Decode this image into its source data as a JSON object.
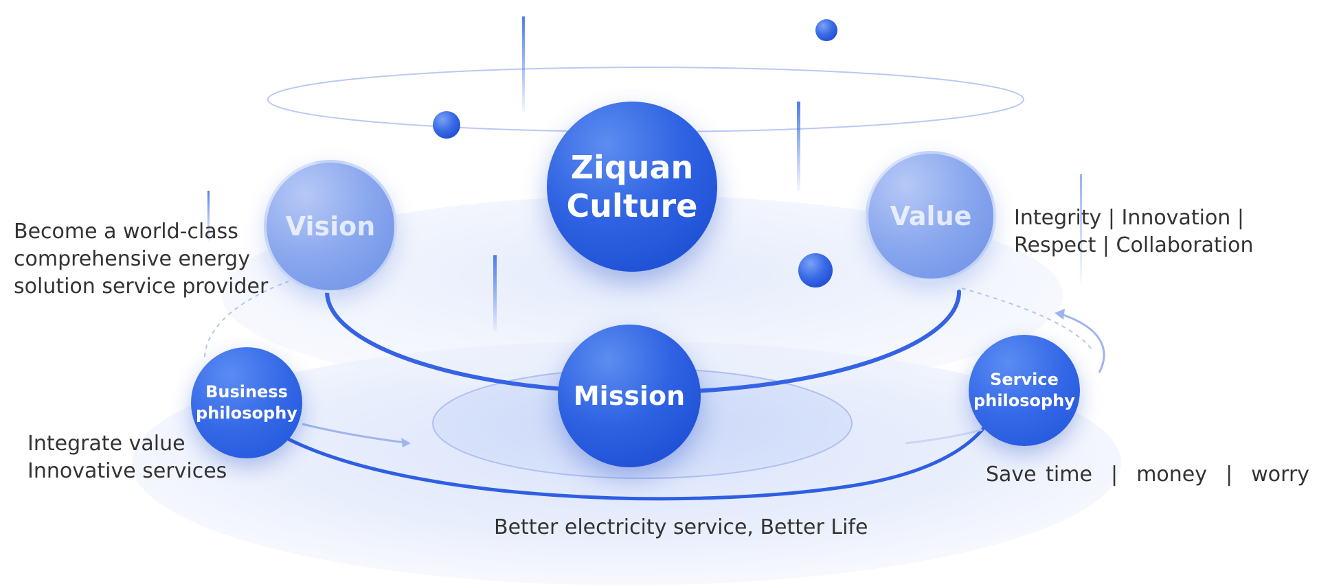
{
  "diagram": {
    "center": {
      "title": "Ziquan\nCulture"
    },
    "vision": {
      "label": "Vision",
      "description": "Become a world-class\ncomprehensive energy\nsolution service provider"
    },
    "value": {
      "label": "Value",
      "description": "Integrity | Innovation |\nRespect | Collaboration"
    },
    "mission": {
      "label": "Mission",
      "description": "Better electricity service, Better Life"
    },
    "business_philosophy": {
      "label": "Business\nphilosophy",
      "description": "Integrate value\nInnovative services"
    },
    "service_philosophy": {
      "label": "Service\nphilosophy",
      "description": "Save time  |  money  |  worry"
    }
  },
  "colors": {
    "primary_blue": "#2f63e2",
    "deep_blue": "#1747cf",
    "faded_blue": "#89a7ee",
    "ring_blue": "#3a6ae6",
    "platform_light": "#e6ecfb",
    "text_dark": "#333333"
  }
}
